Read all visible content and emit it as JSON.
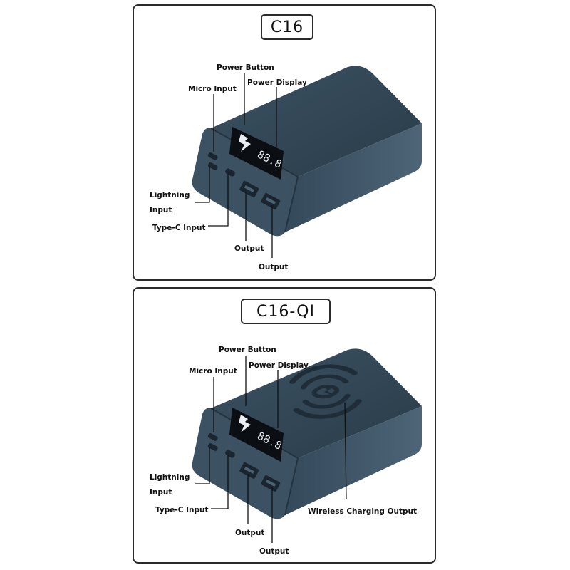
{
  "models": [
    {
      "name": "C16",
      "labels": {
        "power_button": "Power Button",
        "micro_input": "Micro Input",
        "power_display": "Power Display",
        "lightning_input_1": "Lightning",
        "lightning_input_2": "Input",
        "type_c_input": "Type-C Input",
        "output_1": "Output",
        "output_2": "Output"
      }
    },
    {
      "name": "C16-QI",
      "labels": {
        "power_button": "Power Button",
        "micro_input": "Micro Input",
        "power_display": "Power Display",
        "lightning_input_1": "Lightning",
        "lightning_input_2": "Input",
        "type_c_input": "Type-C Input",
        "output_1": "Output",
        "output_2": "Output",
        "wireless_output": "Wireless Charging Output"
      }
    }
  ],
  "display_readout": "88.8",
  "colors": {
    "body_top": "#2e4150",
    "body_front": "#3a5060",
    "body_side": "#4a6274",
    "port": "#1a2530",
    "display_bg": "#0b0f13",
    "display_text": "#e8eef2",
    "frame": "#2b2b2b",
    "qi_ring": "#1f2d38"
  },
  "icons": [
    "bolt-icon",
    "qi-wireless-icon"
  ]
}
